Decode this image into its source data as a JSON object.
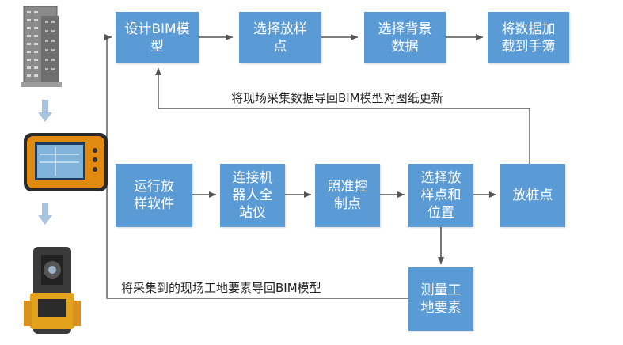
{
  "colors": {
    "box_fill": "#5b9bd5",
    "line": "#555555",
    "side_arrow": "#a9c4de"
  },
  "boxes": {
    "design_bim": "设计BIM模\n型",
    "select_layout_pts": "选择放样\n点",
    "select_bg_data": "选择背景\n数据",
    "load_to_notebook": "将数据加\n载到手簿",
    "run_software": "运行放\n样软件",
    "connect_robot": "连接机\n器人全\n站仪",
    "sight_control": "照准控\n制点",
    "select_pt_pos": "选择放\n样点和\n位置",
    "stake_point": "放桩点",
    "measure_elements": "测量工\n地要素"
  },
  "notes": {
    "import_to_drawing": "将现场采集数据导回BIM模型对图纸更新",
    "import_elements": "将采集到的现场工地要素导回BIM模型"
  },
  "icons": [
    "building-image",
    "tablet-controller-image",
    "total-station-image"
  ]
}
